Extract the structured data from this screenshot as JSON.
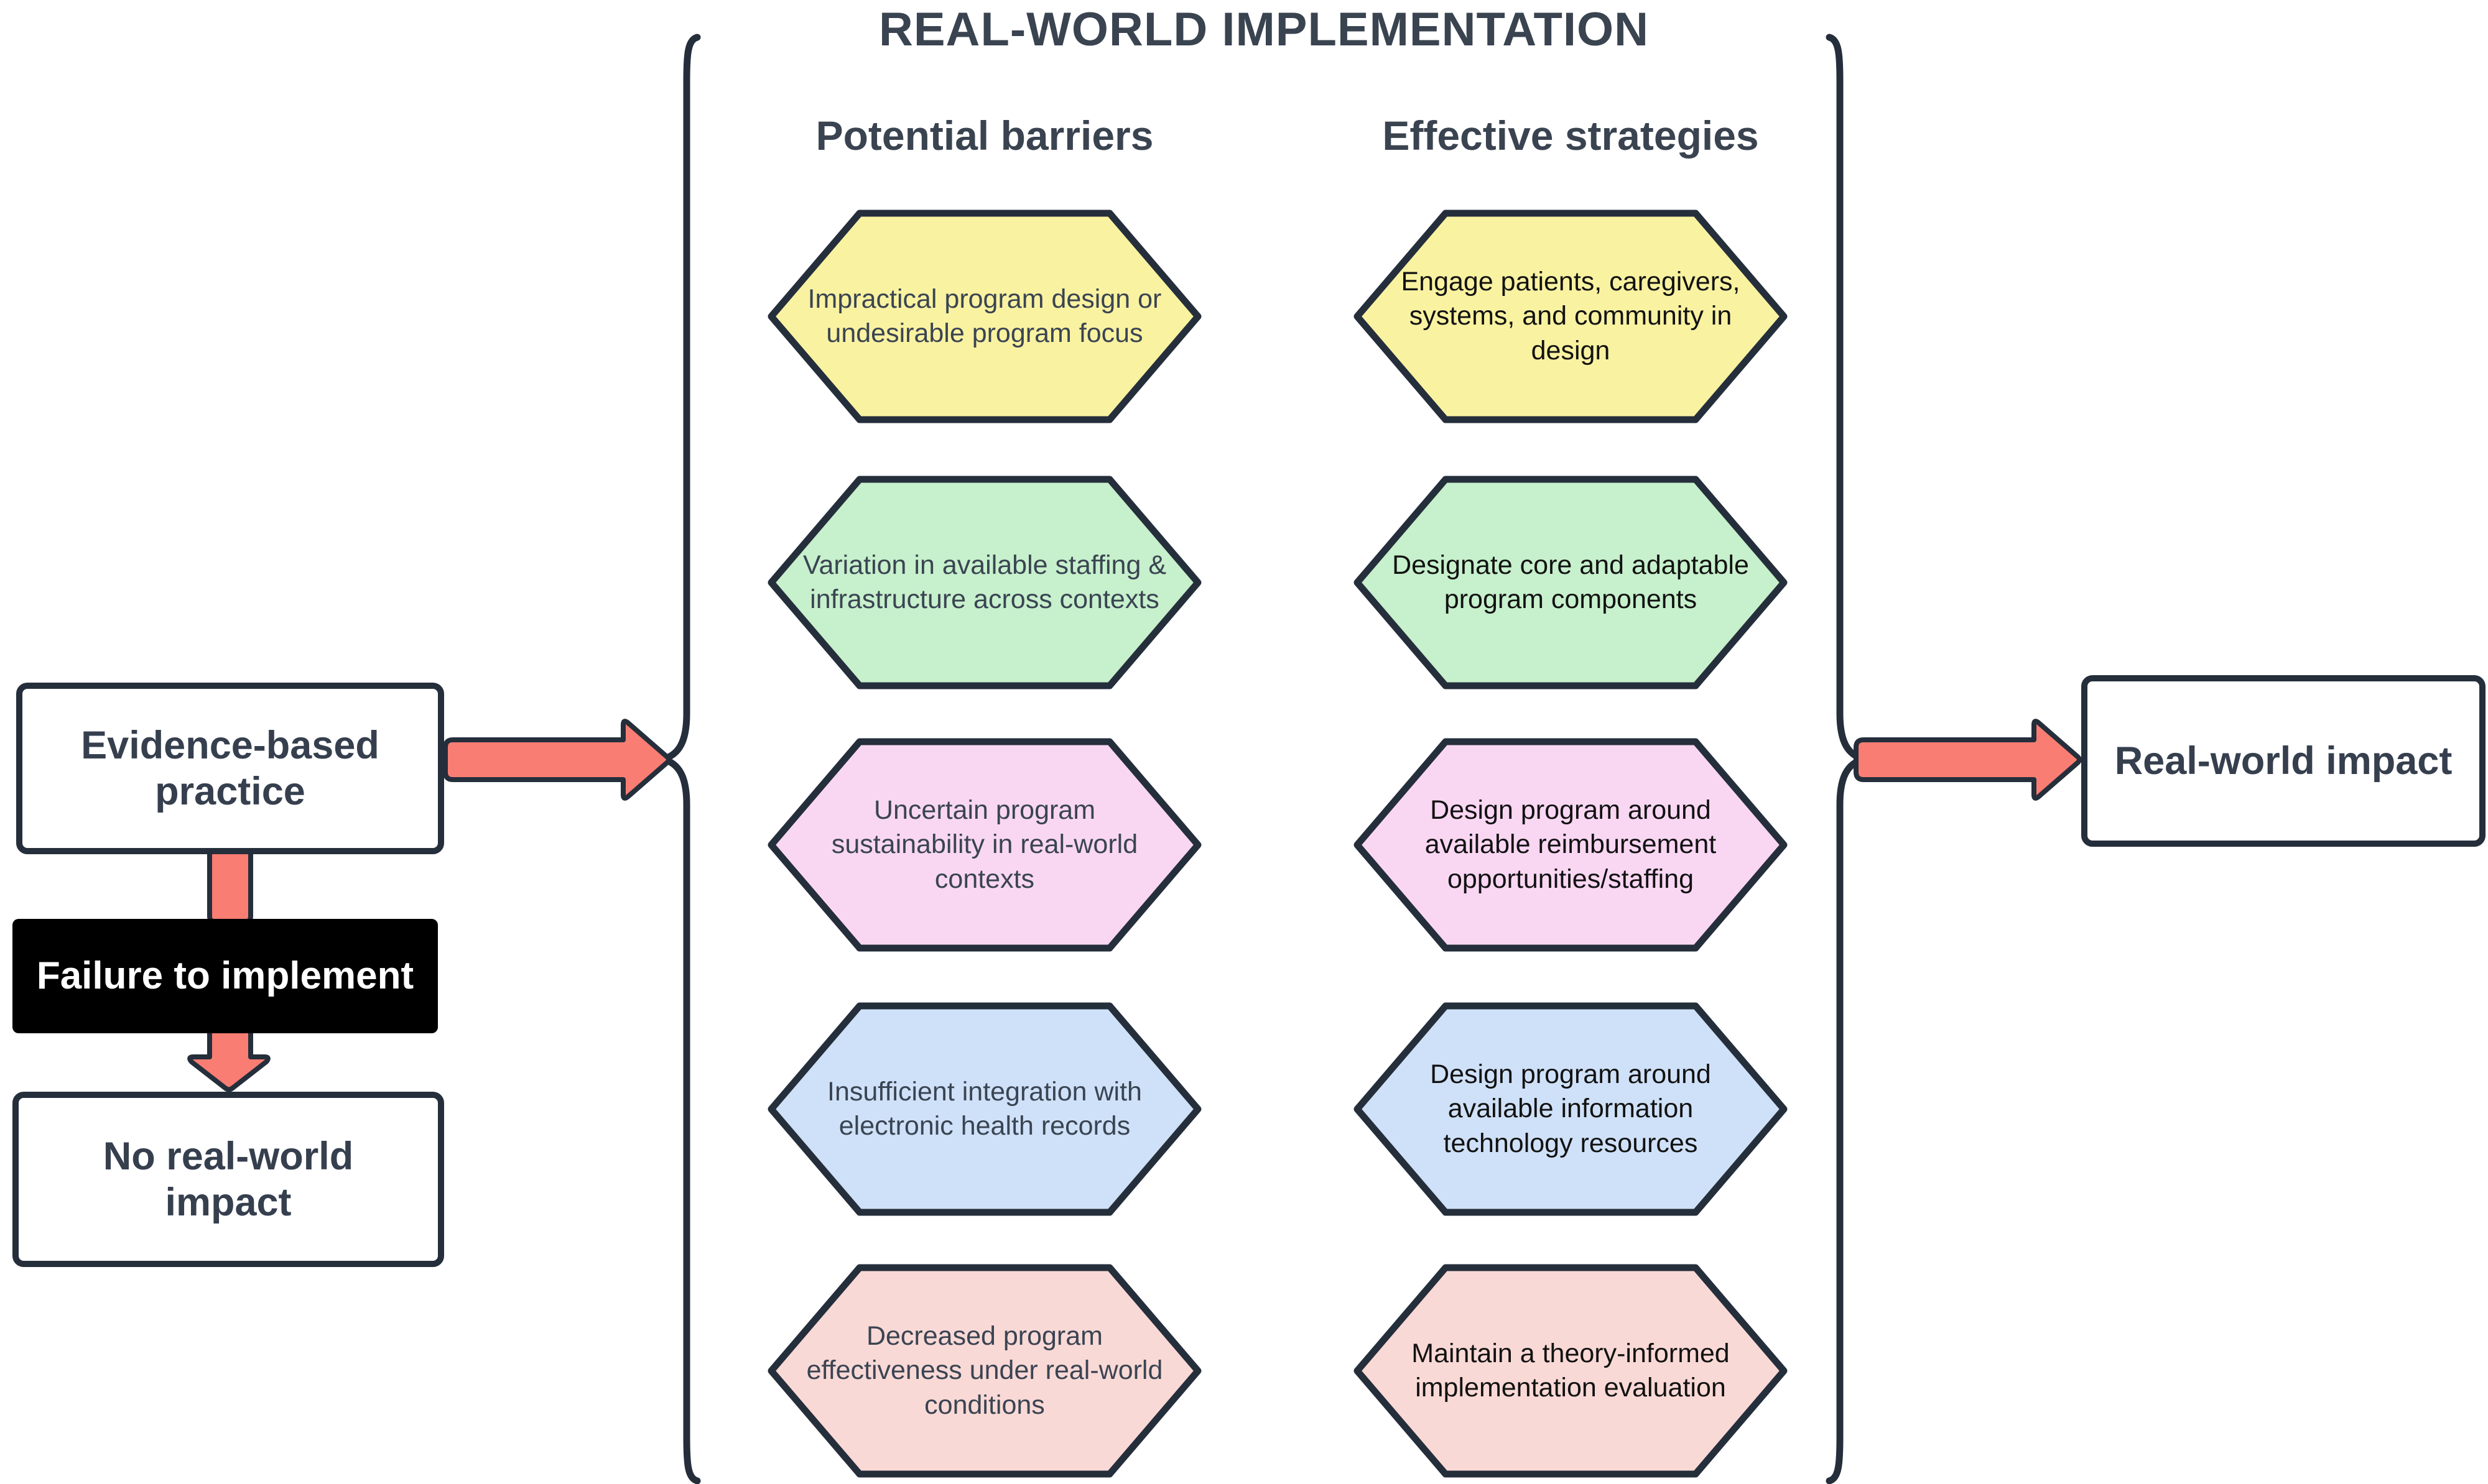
{
  "title": "REAL-WORLD IMPLEMENTATION",
  "columns": {
    "barriers_header": "Potential barriers",
    "strategies_header": "Effective strategies"
  },
  "rows": [
    {
      "color": "#F9F2A1",
      "barrier": "Impractical program design or undesirable program focus",
      "strategy": "Engage patients, caregivers, systems, and community in design"
    },
    {
      "color": "#C7F0CC",
      "barrier": "Variation in available staffing & infrastructure across contexts",
      "strategy": "Designate core and adaptable program components"
    },
    {
      "color": "#F9D7F3",
      "barrier": "Uncertain program sustainability in real-world contexts",
      "strategy": "Design program around available reimbursement opportunities/staffing"
    },
    {
      "color": "#CFE1F8",
      "barrier": "Insufficient integration with electronic health records",
      "strategy": "Design program around available information technology resources"
    },
    {
      "color": "#F9D9D6",
      "barrier": "Decreased program effectiveness under real-world conditions",
      "strategy": "Maintain a theory-informed implementation evaluation"
    }
  ],
  "left_flow": {
    "evidence": "Evidence-based practice",
    "failure": "Failure to implement",
    "no_impact": "No real-world impact"
  },
  "right_flow": {
    "impact": "Real-world impact"
  },
  "colors": {
    "arrow": "#F97D73",
    "outline": "#252E3B",
    "hex_border": "#252E3B",
    "failure_bg": "#000000",
    "failure_text": "#FFFFFF"
  }
}
